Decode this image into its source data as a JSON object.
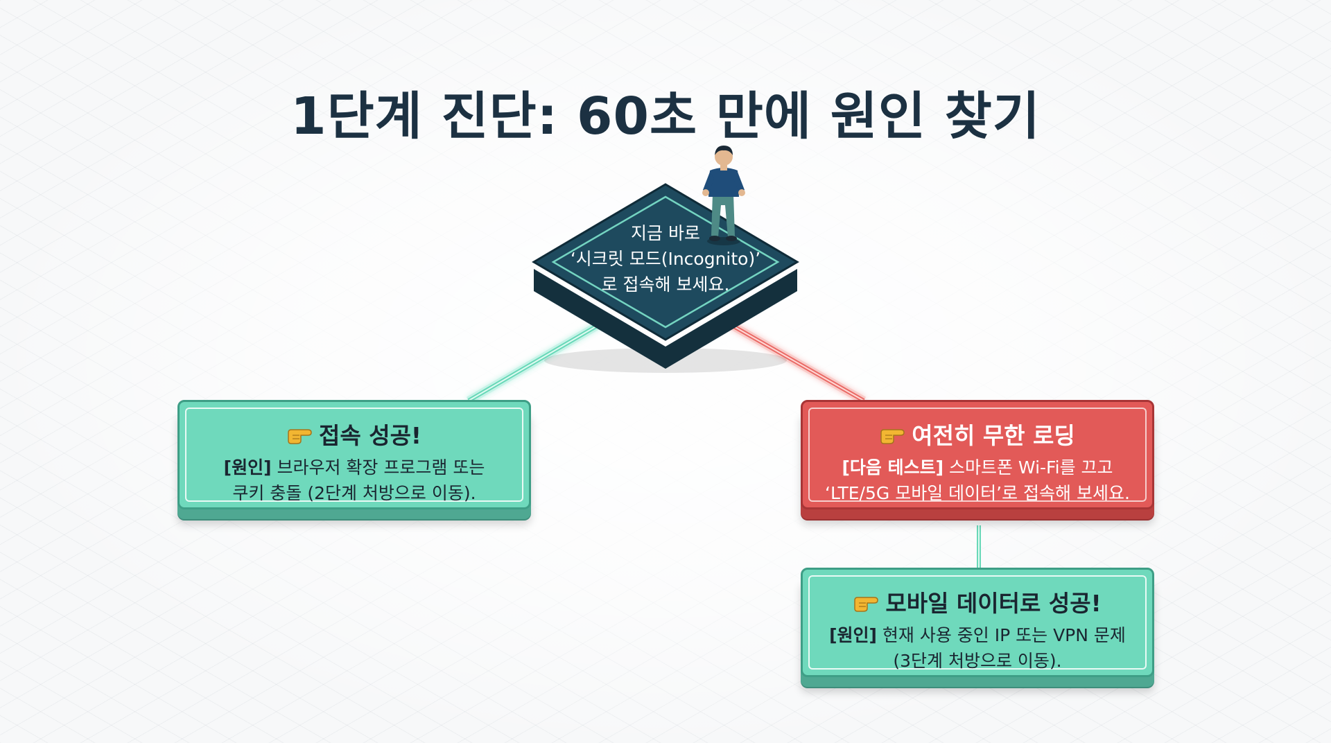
{
  "title": "1단계 진단: 60초 만에 원인 찾기",
  "start": {
    "lines": [
      "지금 바로",
      "‘시크릿 모드(Incognito)’",
      "로 접속해 보세요."
    ],
    "icon": "person-icon"
  },
  "success": {
    "heading": "접속 성공!",
    "tag": "[원인]",
    "line1_rest": " 브라우저 확장 프로그램 또는",
    "line2": "쿠키 충돌 (2단계 처방으로 이동)."
  },
  "failure": {
    "heading": "여전히 무한 로딩",
    "tag": "[다음 테스트]",
    "line1_rest": " 스마트폰 Wi-Fi를 끄고",
    "line2": "‘LTE/5G 모바일 데이터’로 접속해 보세요."
  },
  "mobile": {
    "heading": "모바일 데이터로 성공!",
    "tag": "[원인]",
    "line1_rest": " 현재 사용 중인 IP 또는 VPN 문제",
    "line2": "(3단계 처방으로 이동)."
  },
  "colors": {
    "success": "#6fd9bc",
    "failure": "#e25a58",
    "diamond": "#1e4a5e",
    "title": "#1c3142"
  },
  "icons": [
    "pointing-hand-icon",
    "person-icon"
  ]
}
